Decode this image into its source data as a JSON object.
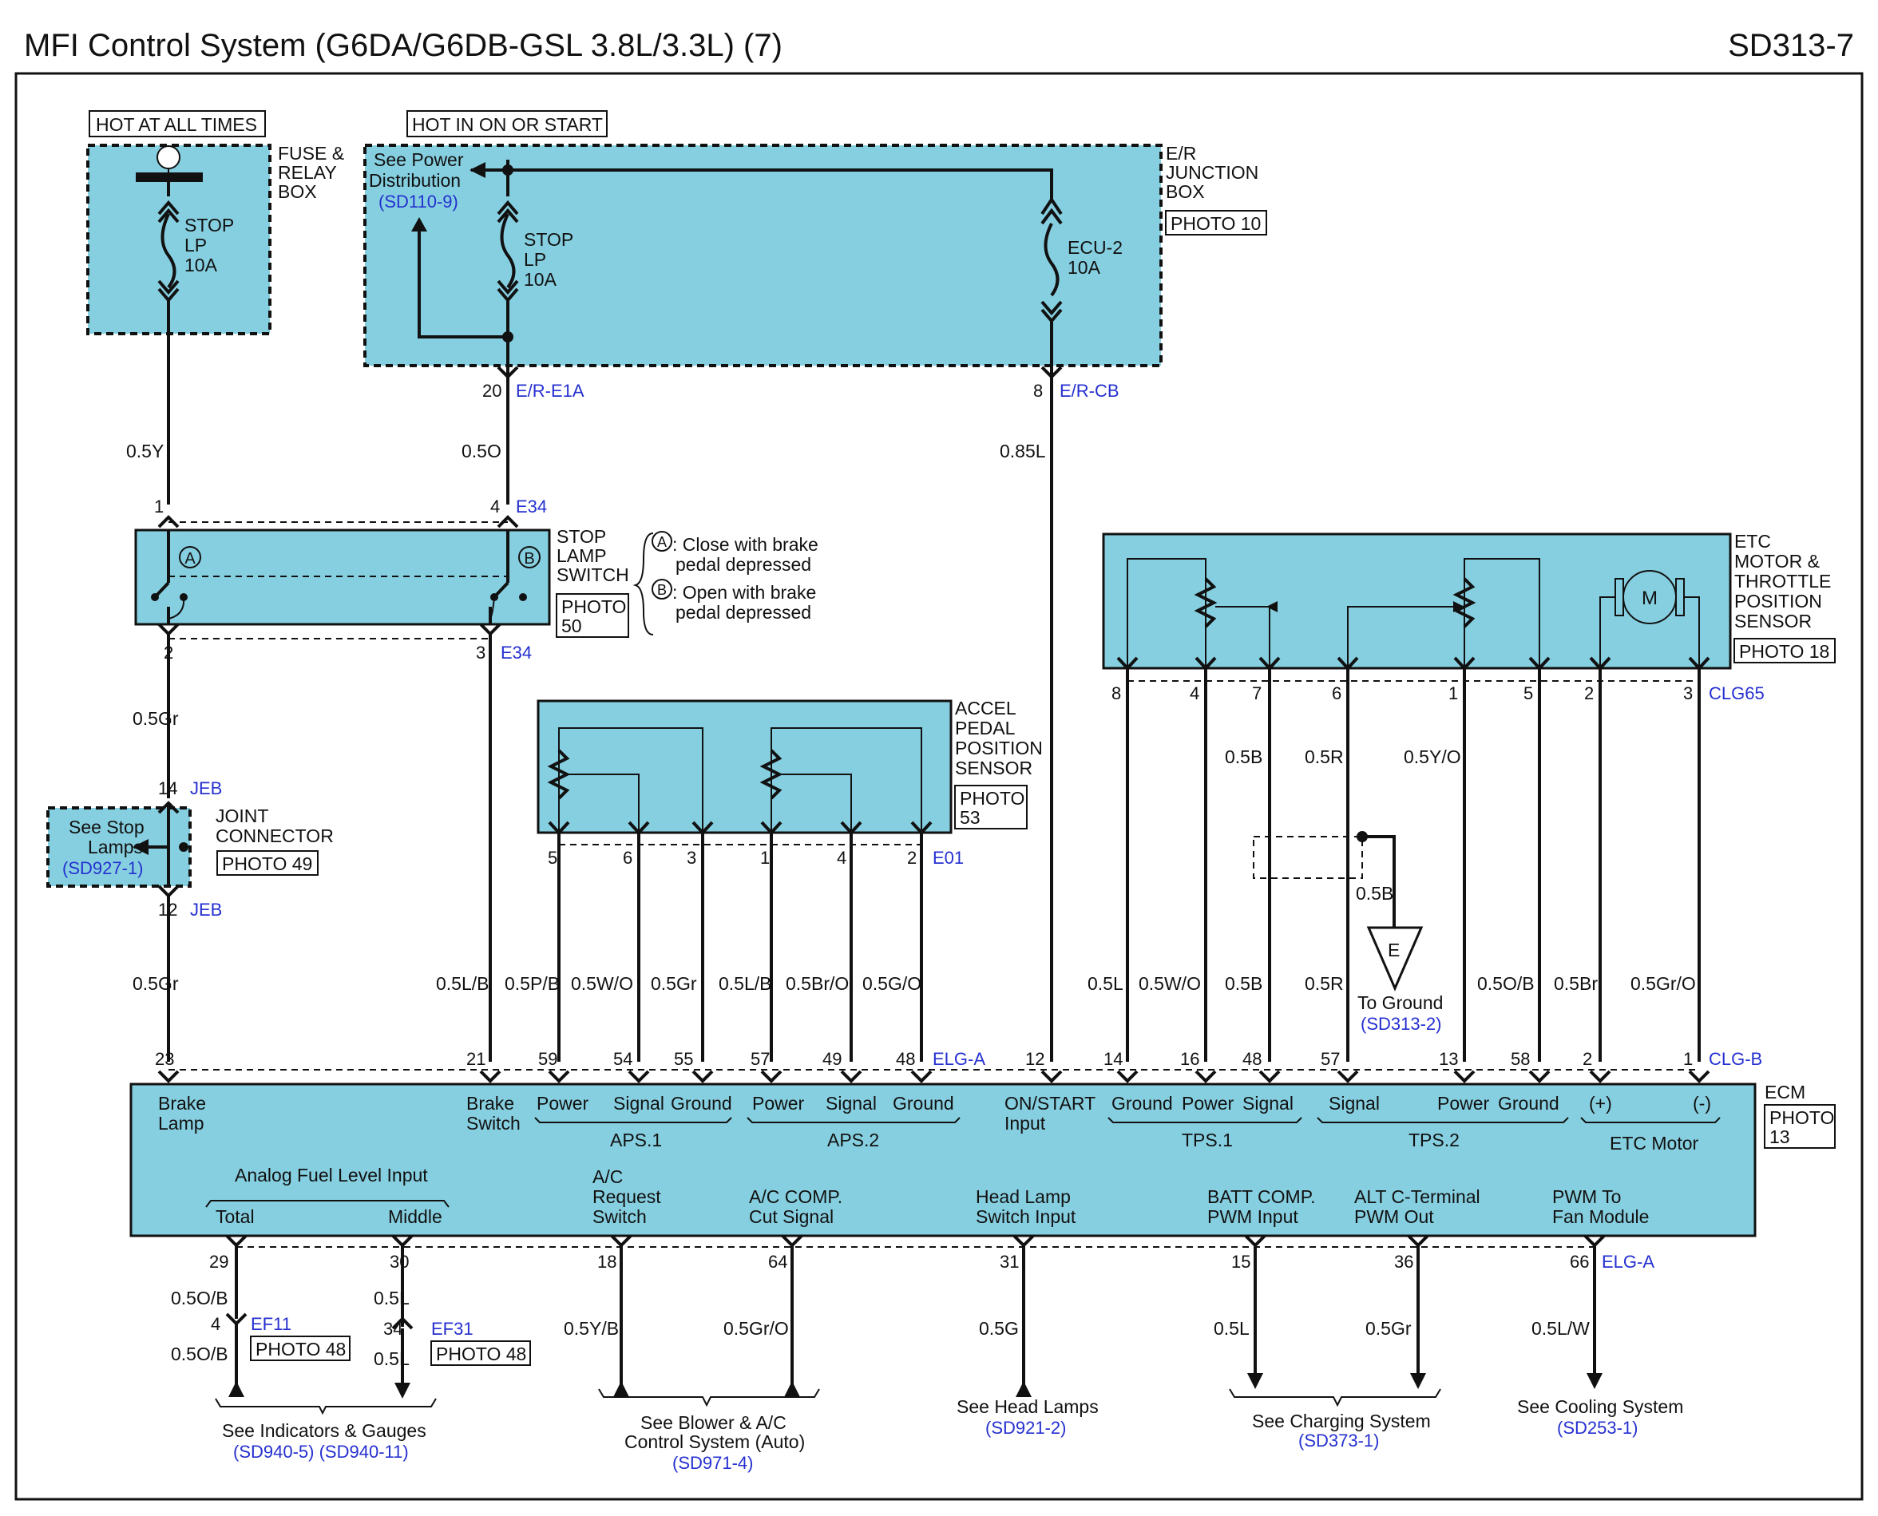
{
  "header": {
    "title": "MFI Control System (G6DA/G6DB-GSL 3.8L/3.3L) (7)",
    "page_code": "SD313-7"
  },
  "power": {
    "hot_always": "HOT AT ALL TIMES",
    "hot_on_start": "HOT IN ON OR START",
    "fuse_relay_box": [
      "FUSE &",
      "RELAY",
      "BOX"
    ],
    "stop_fuse_a": [
      "STOP",
      "LP",
      "10A"
    ],
    "stop_fuse_b": [
      "STOP",
      "LP",
      "10A"
    ],
    "ecu_fuse": [
      "ECU-2",
      "10A"
    ],
    "see_power": [
      "See Power",
      "Distribution"
    ],
    "see_power_ref": "(SD110-9)",
    "junction_box": [
      "E/R",
      "JUNCTION",
      "BOX"
    ],
    "junction_photo": "PHOTO 10"
  },
  "connectors": {
    "er_e1a_pin": "20",
    "er_e1a": "E/R-E1A",
    "er_cb_pin": "8",
    "er_cb": "E/R-CB",
    "e34_top_pins": [
      "1",
      "4"
    ],
    "e34": "E34",
    "e34_bottom_pins": [
      "2",
      "3"
    ],
    "jeb_top_pin": "14",
    "jeb_bottom_pin": "12",
    "jeb": "JEB",
    "e01_pins": [
      "5",
      "6",
      "3",
      "1",
      "4",
      "2"
    ],
    "e01": "E01",
    "clg65_pins": [
      "8",
      "4",
      "7",
      "6",
      "1",
      "5",
      "2",
      "3"
    ],
    "clg65": "CLG65"
  },
  "wires": {
    "stop_a": "0.5Y",
    "stop_b": "0.5O",
    "ecu": "0.85L",
    "sw_out": "0.5Gr",
    "jeb_out": "0.5Gr",
    "brake_switch": "0.5L/B",
    "aps": [
      "0.5P/B",
      "0.5W/O",
      "0.5Gr",
      "0.5L/B",
      "0.5Br/O",
      "0.5G/O"
    ],
    "etc_upper": [
      "0.5B",
      "0.5R",
      "0.5Y/O"
    ],
    "etc_lower": [
      "0.5L",
      "0.5W/O",
      "0.5B",
      "0.5R",
      "0.5O/B",
      "0.5Br",
      "0.5Gr/O"
    ],
    "ground_shield": "0.5B"
  },
  "stop_switch": {
    "label": [
      "STOP",
      "LAMP",
      "SWITCH"
    ],
    "photo": [
      "PHOTO",
      "50"
    ],
    "contact_a": "A",
    "contact_b": "B",
    "note_a": [
      ": Close with brake",
      "pedal depressed"
    ],
    "note_b": [
      ": Open with brake",
      "pedal depressed"
    ]
  },
  "joint_connector": {
    "label": [
      "JOINT",
      "CONNECTOR"
    ],
    "photo": "PHOTO 49",
    "see": [
      "See Stop",
      "Lamps"
    ],
    "ref": "(SD927-1)"
  },
  "accel_sensor": {
    "label": [
      "ACCEL",
      "PEDAL",
      "POSITION",
      "SENSOR"
    ],
    "photo": [
      "PHOTO",
      "53"
    ]
  },
  "etc_sensor": {
    "label": [
      "ETC",
      "MOTOR &",
      "THROTTLE",
      "POSITION",
      "SENSOR"
    ],
    "photo": "PHOTO 18",
    "motor": "M"
  },
  "ground": {
    "symbol": "E",
    "label": "To Ground",
    "ref": "(SD313-2)"
  },
  "ecm": {
    "label": "ECM",
    "photo": [
      "PHOTO",
      "13"
    ],
    "top_pins": [
      "23",
      "21",
      "59",
      "54",
      "55",
      "57",
      "49",
      "48",
      "12",
      "14",
      "16",
      "48",
      "57",
      "13",
      "58",
      "2",
      "1"
    ],
    "elg_a": "ELG-A",
    "clg_b": "CLG-B",
    "brake_lamp": [
      "Brake",
      "Lamp"
    ],
    "brake_switch": [
      "Brake",
      "Switch"
    ],
    "aps1_pins": [
      "Power",
      "Signal",
      "Ground"
    ],
    "aps1": "APS.1",
    "aps2_pins": [
      "Power",
      "Signal",
      "Ground"
    ],
    "aps2": "APS.2",
    "on_start": [
      "ON/START",
      "Input"
    ],
    "tps1_pins": [
      "Ground",
      "Power",
      "Signal"
    ],
    "tps1": "TPS.1",
    "tps2_pins": [
      "Signal",
      "Power",
      "Ground"
    ],
    "tps2": "TPS.2",
    "etc_pins": [
      "(+)",
      "(-)"
    ],
    "etc_motor": "ETC Motor",
    "fuel_level": "Analog Fuel Level Input",
    "total": "Total",
    "middle": "Middle",
    "ac_request": [
      "A/C",
      "Request",
      "Switch"
    ],
    "ac_comp": [
      "A/C COMP.",
      "Cut Signal"
    ],
    "head_lamp": [
      "Head Lamp",
      "Switch Input"
    ],
    "batt_comp": [
      "BATT COMP.",
      "PWM Input"
    ],
    "alt_c": [
      "ALT C-Terminal",
      "PWM Out"
    ],
    "pwm_fan": [
      "PWM To",
      "Fan Module"
    ],
    "bottom_pins": [
      "29",
      "30",
      "18",
      "64",
      "31",
      "15",
      "36",
      "66"
    ],
    "bottom_elg_a": "ELG-A"
  },
  "bottom": {
    "w29": "0.5O/B",
    "ef11_pin": "4",
    "ef11": "EF11",
    "w29b": "0.5O/B",
    "photo_ef11": "PHOTO 48",
    "w30": "0.5L",
    "ef31_pin": "34",
    "ef31": "EF31",
    "w30b": "0.5L",
    "photo_ef31": "PHOTO 48",
    "w18": "0.5Y/B",
    "w64": "0.5Gr/O",
    "w31": "0.5G",
    "w15": "0.5L",
    "w36": "0.5Gr",
    "w66": "0.5L/W",
    "indicators": "See Indicators & Gauges",
    "indicators_ref": "(SD940-5) (SD940-11)",
    "blower": [
      "See Blower & A/C",
      "Control System (Auto)"
    ],
    "blower_ref": "(SD971-4)",
    "head": "See Head Lamps",
    "head_ref": "(SD921-2)",
    "charging": "See Charging System",
    "charging_ref": "(SD373-1)",
    "cooling": "See Cooling System",
    "cooling_ref": "(SD253-1)"
  }
}
